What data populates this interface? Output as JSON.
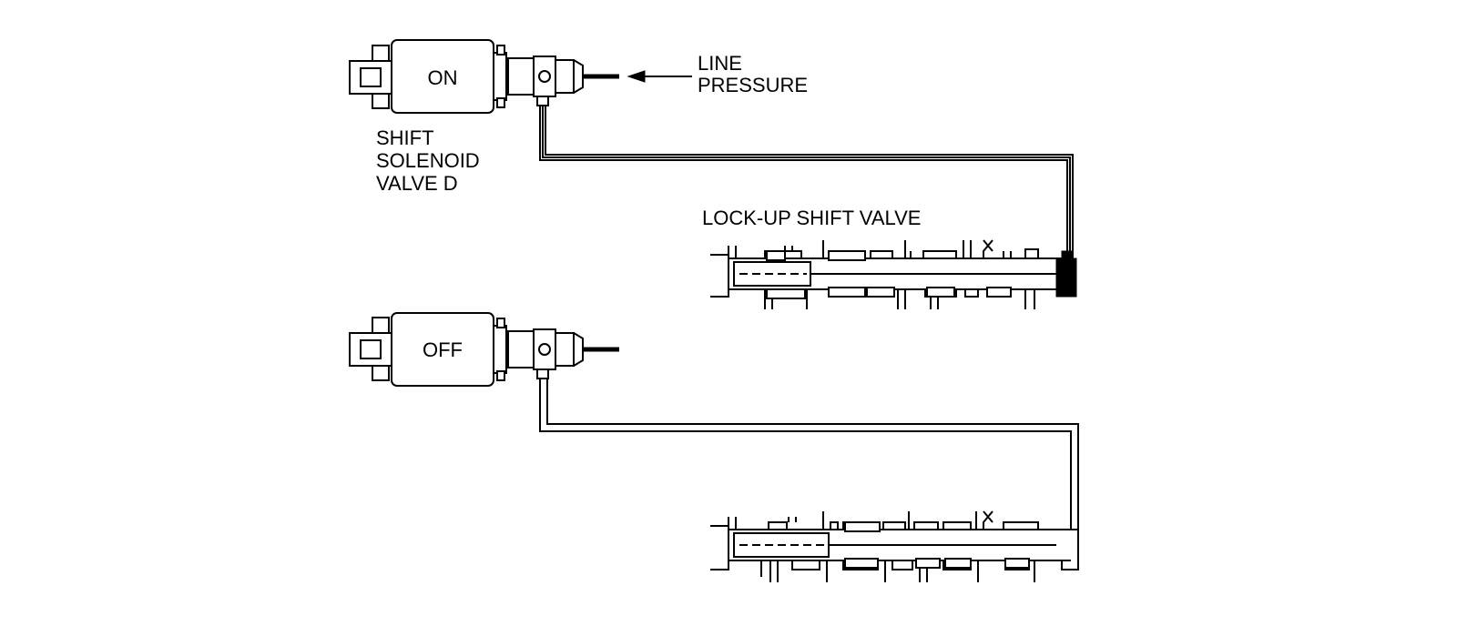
{
  "labels": {
    "solenoid_top_state": "ON",
    "solenoid_bottom_state": "OFF",
    "solenoid_name_line1": "SHIFT",
    "solenoid_name_line2": "SOLENOID",
    "solenoid_name_line3": "VALVE D",
    "line_pressure_line1": "LINE",
    "line_pressure_line2": "PRESSURE",
    "valve_title": "LOCK-UP SHIFT VALVE"
  }
}
